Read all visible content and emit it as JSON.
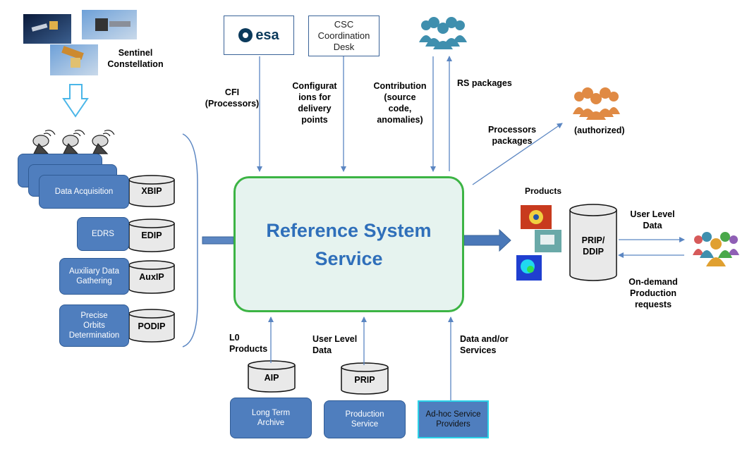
{
  "center": {
    "title_line1": "Reference System",
    "title_line2": "Service"
  },
  "top_boxes": {
    "esa": "esa",
    "csc_line1": "CSC",
    "csc_line2": "Coordination",
    "csc_line3": "Desk"
  },
  "constellation": {
    "line1": "Sentinel",
    "line2": "Constellation"
  },
  "left_sources": [
    {
      "process": "Data Acquisition",
      "interface": "XBIP"
    },
    {
      "process": "EDRS",
      "interface": "EDIP"
    },
    {
      "process_line1": "Auxiliary Data",
      "process_line2": "Gathering",
      "interface": "AuxIP"
    },
    {
      "process_line1": "Precise",
      "process_line2": "Orbits",
      "process_line3": "Determination",
      "interface": "PODIP"
    }
  ],
  "flows": {
    "cfi_line1": "CFI",
    "cfi_line2": "(Processors)",
    "config_line1": "Configurat",
    "config_line2": "ions for",
    "config_line3": "delivery",
    "config_line4": "points",
    "contrib_line1": "Contribution",
    "contrib_line2": "(source",
    "contrib_line3": "code,",
    "contrib_line4": "anomalies)",
    "rs_packages": "RS packages",
    "proc_line1": "Processors",
    "proc_line2": "packages",
    "authorized": "(authorized)",
    "products": "Products",
    "user_level_line1": "User Level",
    "user_level_line2": "Data",
    "ondemand_line1": "On-demand",
    "ondemand_line2": "Production",
    "ondemand_line3": "requests",
    "l0_line1": "L0",
    "l0_line2": "Products",
    "ul_bottom_line1": "User Level",
    "ul_bottom_line2": "Data",
    "services_line1": "Data and/or",
    "services_line2": "Services"
  },
  "right_store": {
    "line1": "PRIP/",
    "line2": "DDIP"
  },
  "bottom": [
    {
      "interface": "AIP",
      "service_line1": "Long Term",
      "service_line2": "Archive"
    },
    {
      "interface": "PRIP",
      "service_line1": "Production",
      "service_line2": "Service"
    },
    {
      "service_line1": "Ad-hoc Service",
      "service_line2": "Providers"
    }
  ],
  "colors": {
    "center_fill": "#e6f3ef",
    "center_border": "#3cb444",
    "center_text": "#2f6fba",
    "box_blue": "#4f7ebe",
    "arrow_blue": "#5b86c2",
    "people_blue": "#3f8fae",
    "people_orange": "#e08a44",
    "highlight_cyan": "#2bd3e8"
  }
}
